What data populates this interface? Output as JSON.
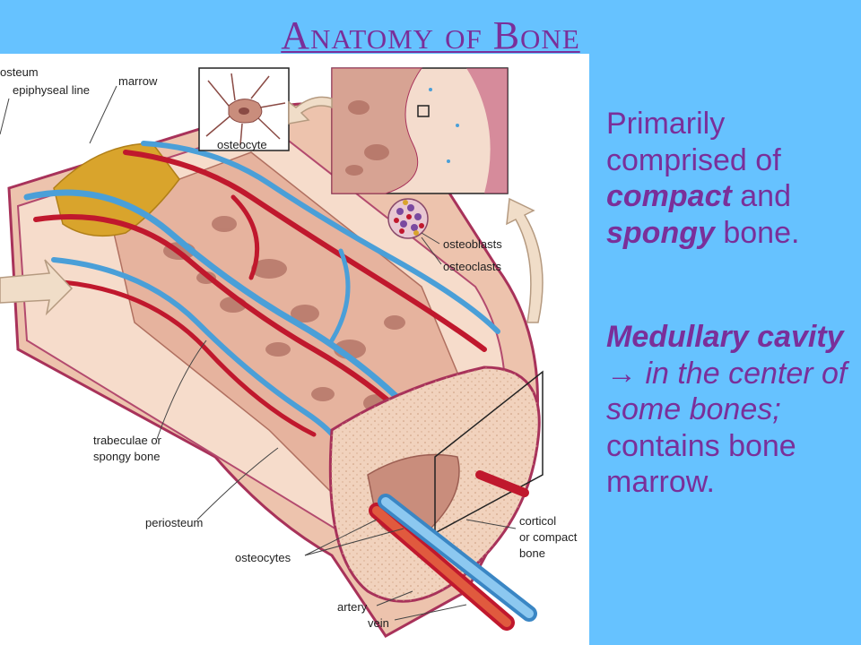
{
  "title": "Anatomy of Bone",
  "diagram": {
    "labels": {
      "periosteum_top": "osteum",
      "epiphyseal_line": "epiphyseal line",
      "marrow": "marrow",
      "osteocyte": "osteocyte",
      "osteoblasts": "osteoblasts",
      "osteoclasts": "osteoclasts",
      "trabeculae_1": "trabeculae or",
      "trabeculae_2": "spongy bone",
      "periosteum": "periosteum",
      "osteocytes": "osteocytes",
      "corticol_1": "corticol",
      "corticol_2": "or compact",
      "corticol_3": "bone",
      "artery": "artery",
      "vein": "vein"
    }
  },
  "text": {
    "p1": {
      "t1": "Primarily comprised of ",
      "t2": "compact",
      "t3": " and ",
      "t4": "spongy",
      "t5": " bone."
    },
    "p2": {
      "t1": "Medullary cavity ",
      "arrow": "→",
      "t2": " in the center of some bones; ",
      "t3": "contains bone marrow."
    }
  },
  "colors": {
    "background": "#66c2ff",
    "title": "#7a2f9a",
    "body_text": "#7a2f9a",
    "artery": "#c0182d",
    "vein": "#4a9fd8",
    "bone": "#f3d6c0",
    "cortex_edge": "#a8325a",
    "marrow": "#d9a42c"
  }
}
